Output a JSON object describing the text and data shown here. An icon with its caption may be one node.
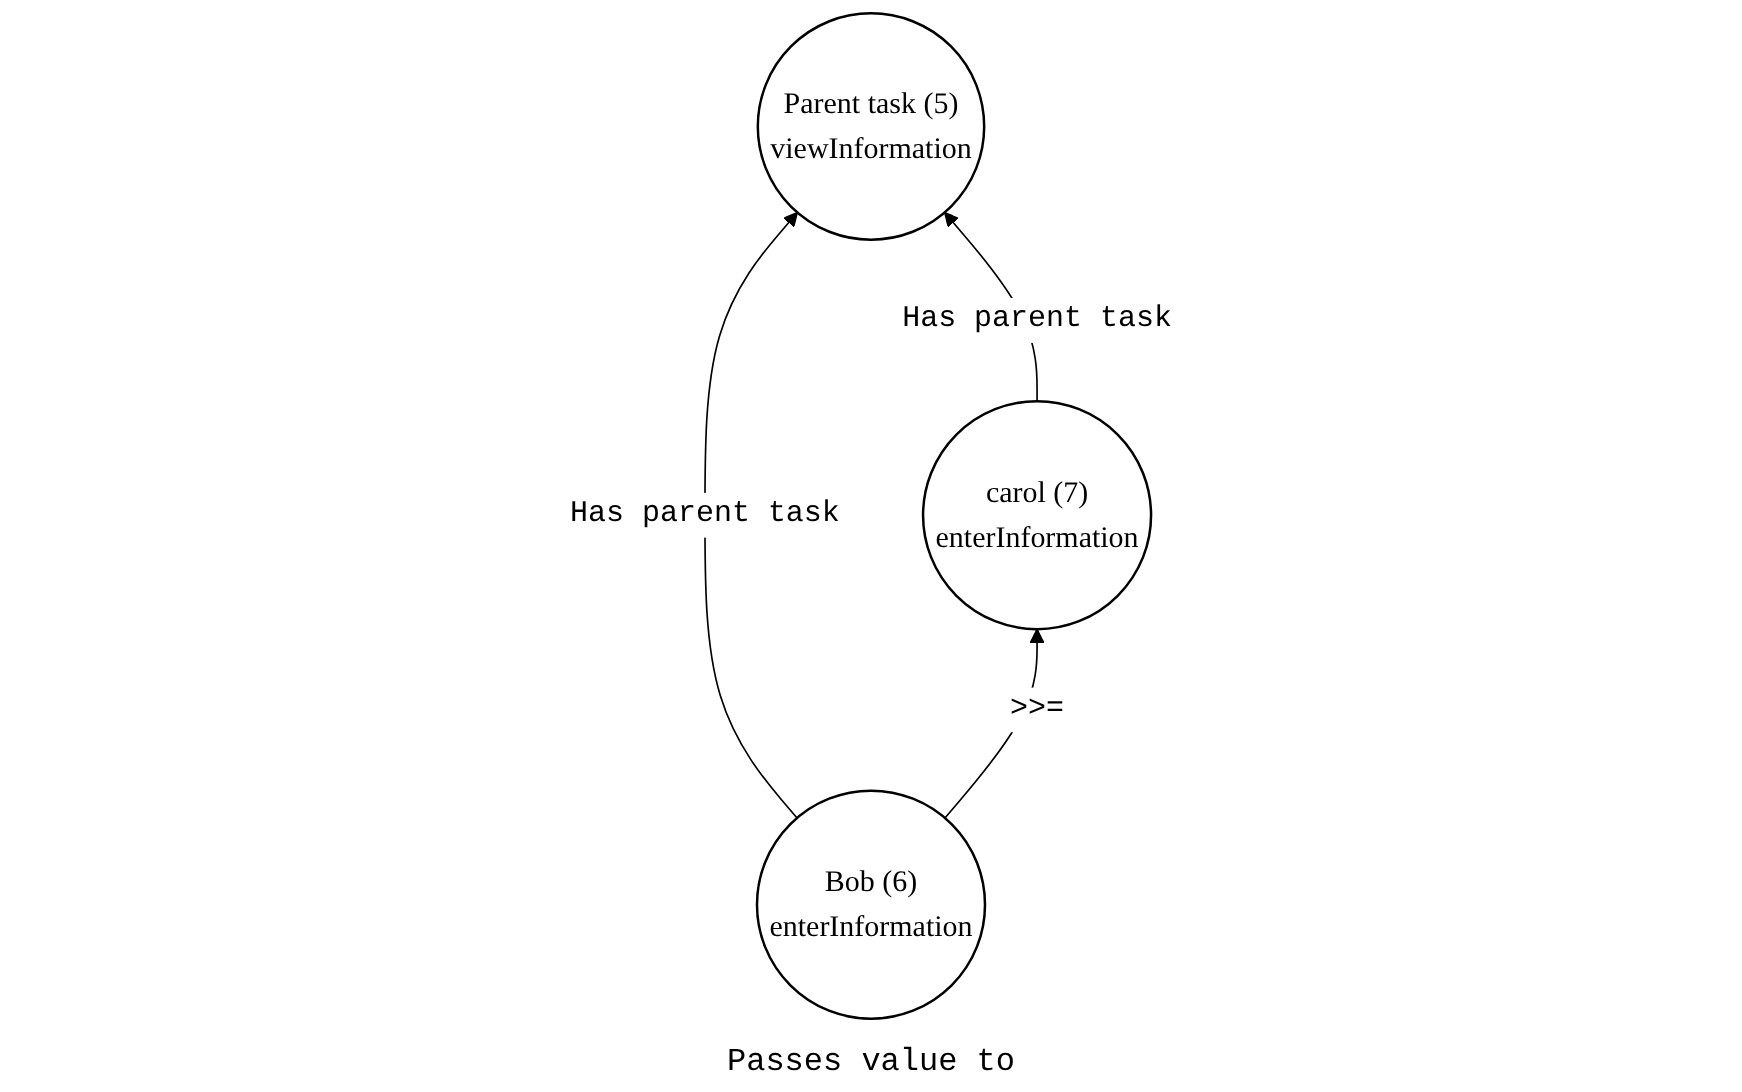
{
  "diagram": {
    "nodes": [
      {
        "text": [
          "Parent task (5)",
          "viewInformation"
        ]
      },
      {
        "text": [
          "Bob (6)",
          "enterInformation"
        ]
      },
      {
        "text": [
          "carol (7)",
          "enterInformation"
        ]
      }
    ],
    "edges": [
      {
        "from": 1,
        "to": 0,
        "arrow": "to",
        "label": "Has parent task"
      },
      {
        "from": 2,
        "to": 0,
        "arrow": "to",
        "label": "Has parent task"
      },
      {
        "from": 1,
        "to": 2,
        "arrow": "to",
        "label": ">>="
      }
    ],
    "labels": [
      "Passes value to"
    ]
  }
}
